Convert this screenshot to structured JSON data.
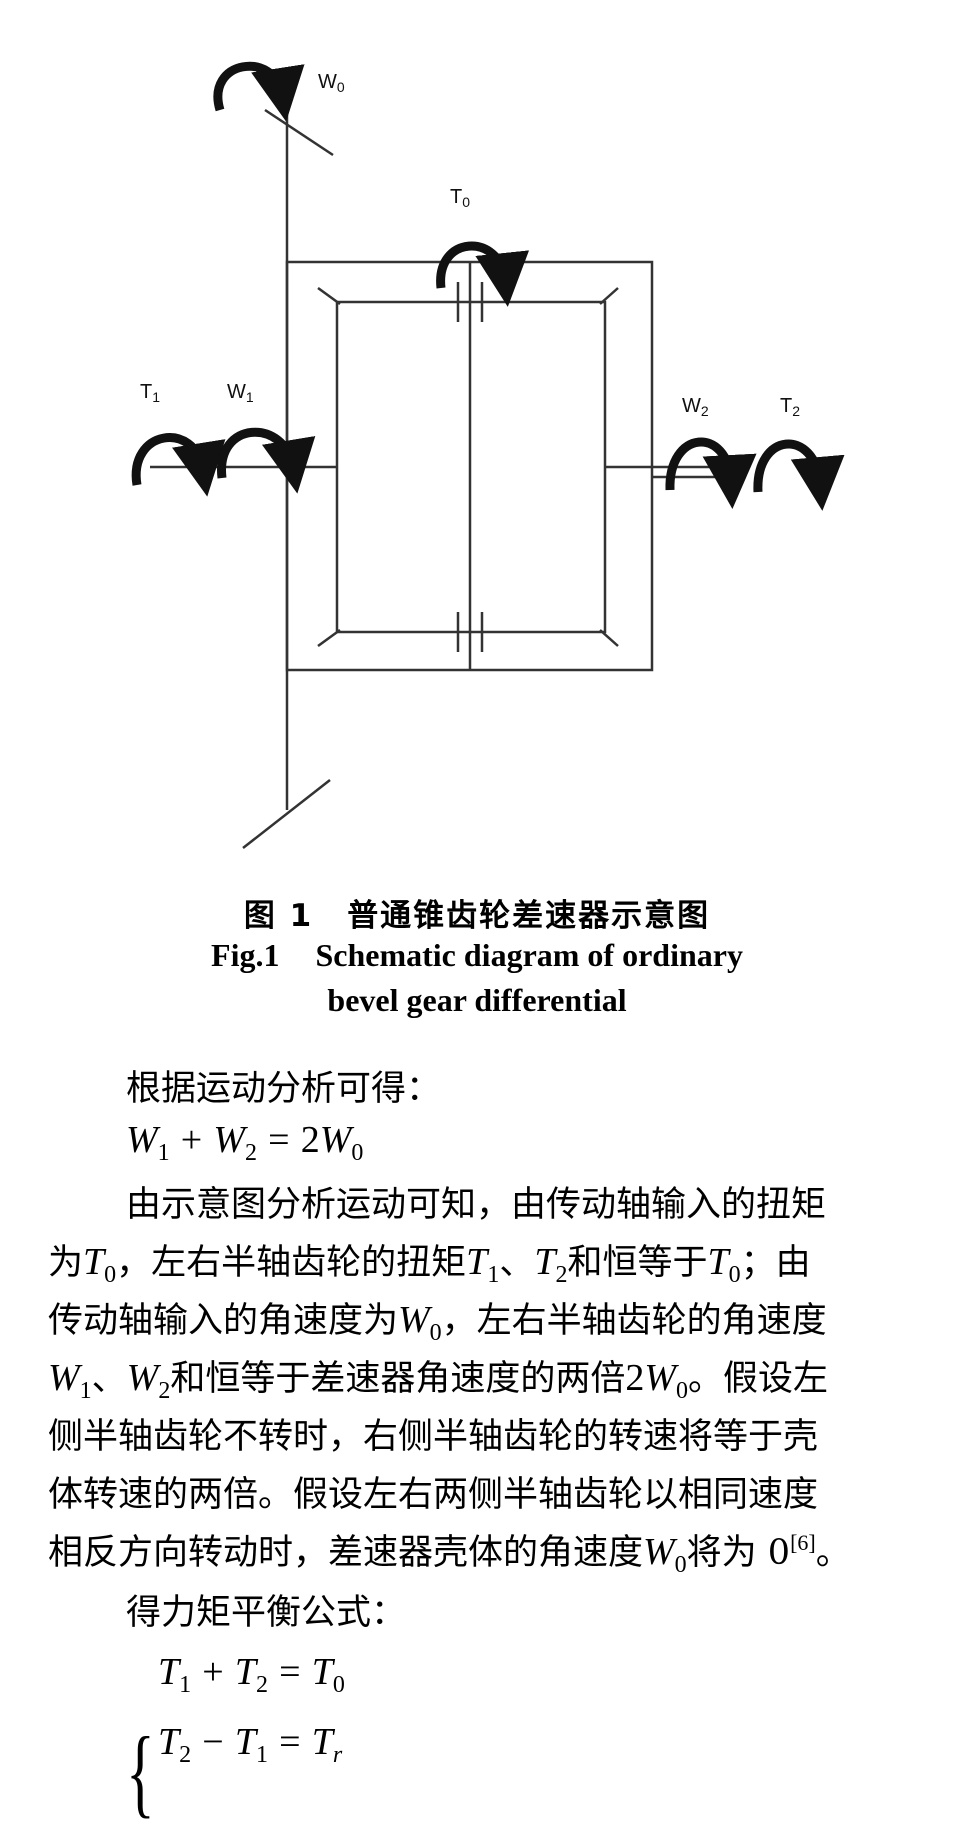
{
  "diagram": {
    "labels": {
      "w0": "W",
      "w0_sub": "0",
      "t0": "T",
      "t0_sub": "0",
      "t1": "T",
      "t1_sub": "1",
      "w1": "W",
      "w1_sub": "1",
      "w2": "W",
      "w2_sub": "2",
      "t2": "T",
      "t2_sub": "2"
    }
  },
  "caption": {
    "cn_fig": "图 1",
    "cn_title": "普通锥齿轮差速器示意图",
    "en_fig": "Fig.1",
    "en_line1": "Schematic diagram of ordinary",
    "en_line2": "bevel gear differential"
  },
  "text": {
    "intro": "根据运动分析可得：",
    "p1_a": "由示意图分析运动可知，由传动轴输入的扭矩",
    "p1_b1": "为",
    "p1_b2": "，左右半轴齿轮的扭矩",
    "p1_b3": "、",
    "p1_b4": "和恒等于",
    "p1_b5": "；由",
    "p1_c1": "传动轴输入的角速度为",
    "p1_c2": "，左右半轴齿轮的角速度",
    "p1_d1": "、",
    "p1_d2": "和恒等于差速器角速度的两倍",
    "p1_d3": "。假设左",
    "p1_e": "侧半轴齿轮不转时，右侧半轴齿轮的转速将等于壳",
    "p1_f": "体转速的两倍。假设左右两侧半轴齿轮以相同速度",
    "p1_g1": "相反方向转动时，差速器壳体的角速度",
    "p1_g2": "将为 0",
    "p1_g_ref": "[6]",
    "p1_g3": "。",
    "torque_intro": "得力矩平衡公式："
  },
  "equations": {
    "eq1": {
      "a": "W",
      "a_sub": "1",
      "op1": "+",
      "b": "W",
      "b_sub": "2",
      "eq": "=",
      "c_coef": "2",
      "c": "W",
      "c_sub": "0"
    },
    "sys1": {
      "a": "T",
      "a_sub": "1",
      "op": "+",
      "b": "T",
      "b_sub": "2",
      "eq": "=",
      "c": "T",
      "c_sub": "0"
    },
    "sys2": {
      "a": "T",
      "a_sub": "2",
      "op": "−",
      "b": "T",
      "b_sub": "1",
      "eq": "=",
      "c": "T",
      "c_sub": "r"
    }
  },
  "inline_vars": {
    "T": "T",
    "W": "W",
    "s0": "0",
    "s1": "1",
    "s2": "2",
    "two": "2"
  }
}
